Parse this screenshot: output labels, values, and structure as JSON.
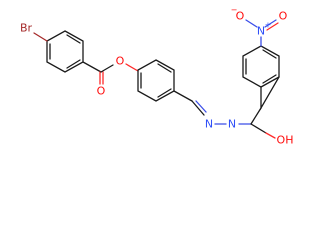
{
  "molecule": {
    "atoms": {
      "br": {
        "label": "Br",
        "color": "#a52a2a"
      },
      "ester_o_dbl": {
        "label": "O",
        "color": "#ff0d0d"
      },
      "ester_o": {
        "label": "O",
        "color": "#ff0d0d"
      },
      "nitro_n": {
        "label": "N",
        "charge": "+",
        "color": "#3050f8"
      },
      "nitro_o_left": {
        "label": "O",
        "charge": "−",
        "color": "#ff0d0d"
      },
      "nitro_o_right": {
        "label": "O",
        "color": "#ff0d0d"
      },
      "imine_n": {
        "label": "N",
        "color": "#3050f8"
      },
      "amide_n": {
        "label": "N",
        "color": "#3050f8"
      },
      "amide_oh": {
        "label": "OH",
        "color": "#ff0d0d"
      }
    }
  }
}
